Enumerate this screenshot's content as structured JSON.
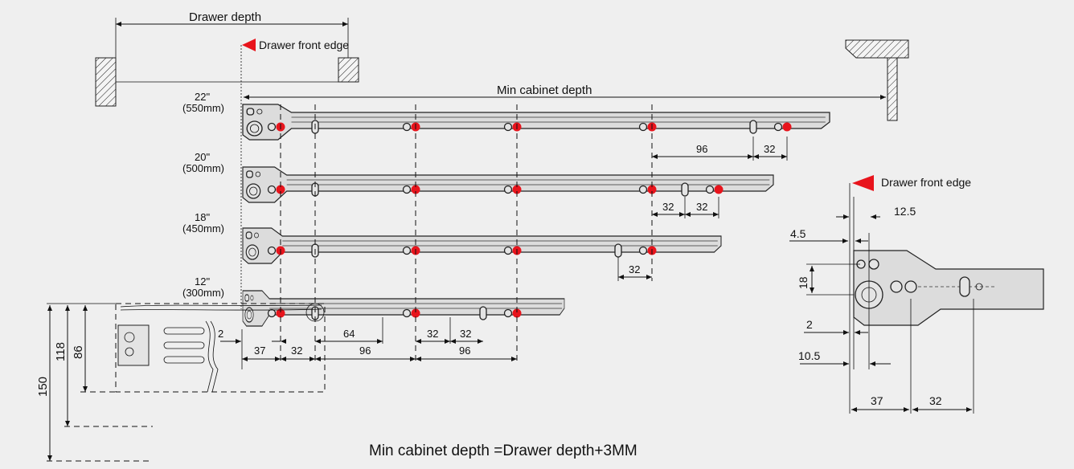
{
  "labels": {
    "drawer_depth": "Drawer depth",
    "drawer_front_edge": "Drawer front edge",
    "min_cabinet_depth": "Min cabinet depth",
    "formula": "Min cabinet depth =Drawer depth+3MM"
  },
  "rails": [
    {
      "inch": "22\"",
      "mm": "(550mm)"
    },
    {
      "inch": "20\"",
      "mm": "(500mm)"
    },
    {
      "inch": "18\"",
      "mm": "(450mm)"
    },
    {
      "inch": "12\"",
      "mm": "(300mm)"
    }
  ],
  "dimensions": {
    "rail22_96": "96",
    "rail22_32": "32",
    "rail20_32a": "32",
    "rail20_32b": "32",
    "rail18_32": "32",
    "bottom_2": "2",
    "bottom_64": "64",
    "bottom_32a": "32",
    "bottom_32b": "32",
    "bottom_37": "37",
    "bottom_32c": "32",
    "bottom_96a": "96",
    "bottom_96b": "96",
    "v150": "150",
    "v118": "118",
    "v86": "86"
  },
  "detail": {
    "d12_5": "12.5",
    "d4_5": "4.5",
    "d18": "18",
    "d2": "2",
    "d10_5": "10.5",
    "d37": "37",
    "d32": "32"
  },
  "colors": {
    "background": "#efefef",
    "mounting_dot": "#e8141c",
    "arrow": "#e8141c"
  }
}
